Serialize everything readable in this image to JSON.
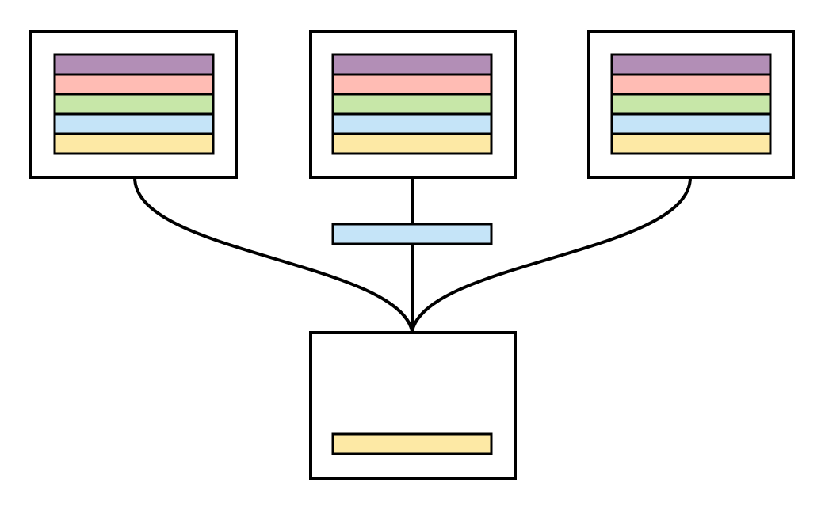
{
  "colors": {
    "purple": "#b28eb6",
    "red": "#ffbcb4",
    "green": "#c7e7a8",
    "blue": "#c5e4f8",
    "yellow": "#fde9a5",
    "stroke": "#000000",
    "background": "#ffffff"
  },
  "diagram": {
    "top_nodes": [
      {
        "id": "left",
        "stack": [
          "purple",
          "red",
          "green",
          "blue",
          "yellow"
        ]
      },
      {
        "id": "center",
        "stack": [
          "purple",
          "red",
          "green",
          "blue",
          "yellow"
        ]
      },
      {
        "id": "right",
        "stack": [
          "purple",
          "red",
          "green",
          "blue",
          "yellow"
        ]
      }
    ],
    "connector_item": "blue",
    "bottom_node": {
      "stack": [
        "yellow"
      ]
    }
  }
}
